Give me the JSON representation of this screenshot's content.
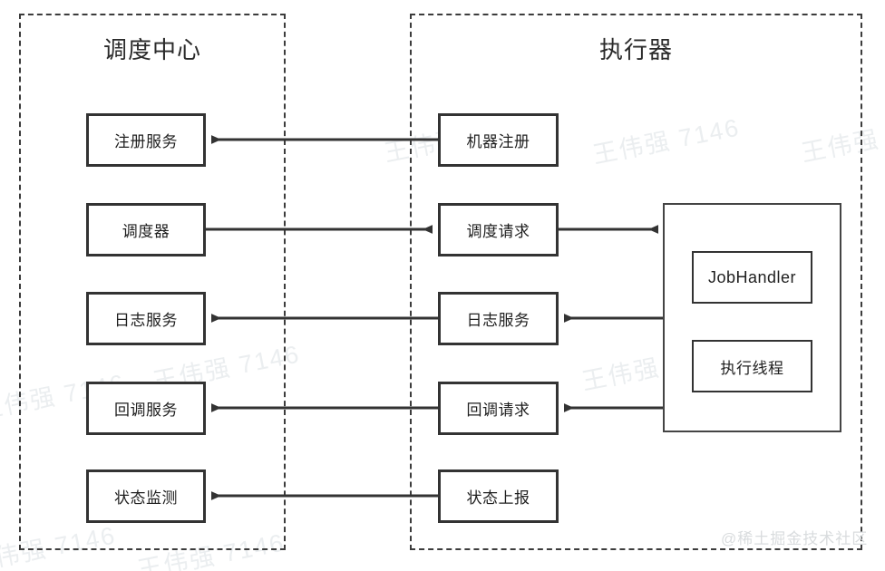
{
  "diagram": {
    "zones": [
      {
        "id": "scheduler-center",
        "title": "调度中心"
      },
      {
        "id": "executor",
        "title": "执行器"
      }
    ],
    "scheduler_center_nodes": [
      {
        "id": "register-service",
        "label": "注册服务"
      },
      {
        "id": "scheduler",
        "label": "调度器"
      },
      {
        "id": "log-service",
        "label": "日志服务"
      },
      {
        "id": "callback-service",
        "label": "回调服务"
      },
      {
        "id": "status-monitor",
        "label": "状态监测"
      }
    ],
    "executor_edge_nodes": [
      {
        "id": "machine-register",
        "label": "机器注册"
      },
      {
        "id": "schedule-request",
        "label": "调度请求"
      },
      {
        "id": "executor-log-service",
        "label": "日志服务"
      },
      {
        "id": "callback-request",
        "label": "回调请求"
      },
      {
        "id": "status-report",
        "label": "状态上报"
      }
    ],
    "executor_core": {
      "id": "executor-core",
      "children": [
        {
          "id": "job-handler",
          "label": "JobHandler"
        },
        {
          "id": "exec-thread",
          "label": "执行线程"
        }
      ]
    },
    "arrows": [
      {
        "id": "arrow-machine-register-to-register-service",
        "from": "机器注册",
        "to": "注册服务",
        "direction": "left"
      },
      {
        "id": "arrow-scheduler-to-schedule-request",
        "from": "调度器",
        "to": "调度请求",
        "direction": "right"
      },
      {
        "id": "arrow-schedule-request-to-executor-core",
        "from": "调度请求",
        "to": "执行器核心",
        "direction": "right"
      },
      {
        "id": "arrow-executor-core-to-executor-log-service",
        "from": "执行器核心",
        "to": "日志服务",
        "direction": "left"
      },
      {
        "id": "arrow-executor-log-service-to-log-service",
        "from": "日志服务",
        "to": "日志服务",
        "direction": "left"
      },
      {
        "id": "arrow-executor-core-to-callback-request",
        "from": "执行器核心",
        "to": "回调请求",
        "direction": "left"
      },
      {
        "id": "arrow-callback-request-to-callback-service",
        "from": "回调请求",
        "to": "回调服务",
        "direction": "left"
      },
      {
        "id": "arrow-status-report-to-status-monitor",
        "from": "状态上报",
        "to": "状态监测",
        "direction": "left"
      }
    ],
    "watermarks": {
      "tiled": "王伟强 7146",
      "credit": "@稀土掘金技术社区"
    },
    "colors": {
      "stroke": "#333333",
      "zone_border": "#3c3c3c",
      "text": "#1f1f1f",
      "background": "#ffffff",
      "watermark": "#ebeef0"
    }
  }
}
